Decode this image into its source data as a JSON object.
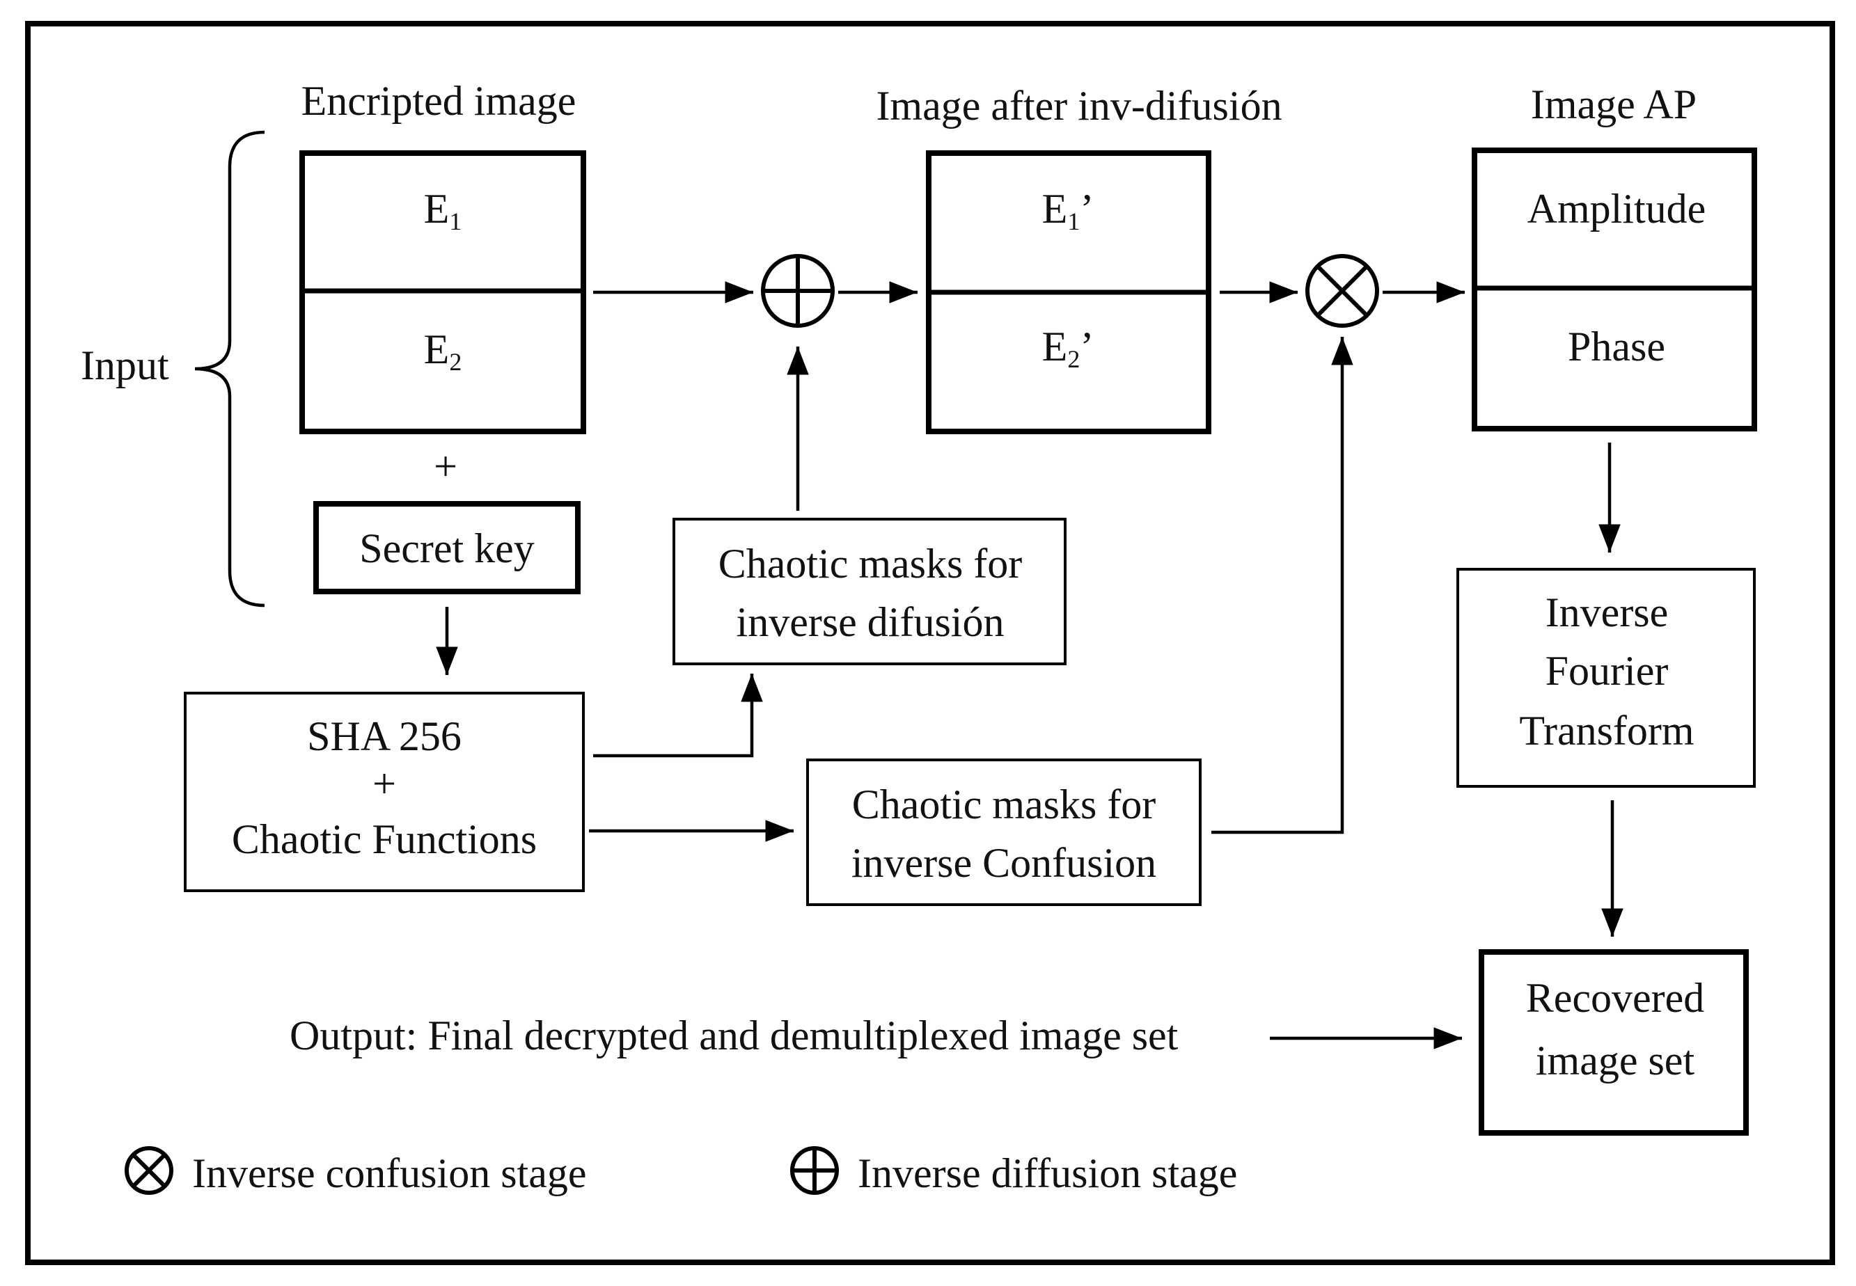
{
  "input_label": "Input",
  "encrypted_image": {
    "title": "Encripted image",
    "e1": "E",
    "e1_sub": "1",
    "e2": "E",
    "e2_sub": "2"
  },
  "plus_sign": "+",
  "secret_key": "Secret key",
  "sha_block": {
    "line1": "SHA 256",
    "line2": "+",
    "line3": "Chaotic Functions"
  },
  "mask_diffusion": {
    "line1": "Chaotic masks for",
    "line2": "inverse difusión"
  },
  "mask_confusion": {
    "line1": "Chaotic masks for",
    "line2": "inverse Confusion"
  },
  "inv_diffusion_image": {
    "title": "Image after inv-difusión",
    "e1": "E",
    "e1_sub": "1",
    "e1_prime": "’",
    "e2": "E",
    "e2_sub": "2",
    "e2_prime": "’"
  },
  "image_ap": {
    "title": "Image AP",
    "amplitude": "Amplitude",
    "phase": "Phase"
  },
  "inverse_fourier": {
    "line1": "Inverse",
    "line2": "Fourier",
    "line3": "Transform"
  },
  "recovered": {
    "line1": "Recovered",
    "line2": "image set"
  },
  "output_label": "Output: Final decrypted and demultiplexed image set",
  "legend": {
    "confusion": "Inverse confusion stage",
    "diffusion": "Inverse diffusion stage"
  }
}
